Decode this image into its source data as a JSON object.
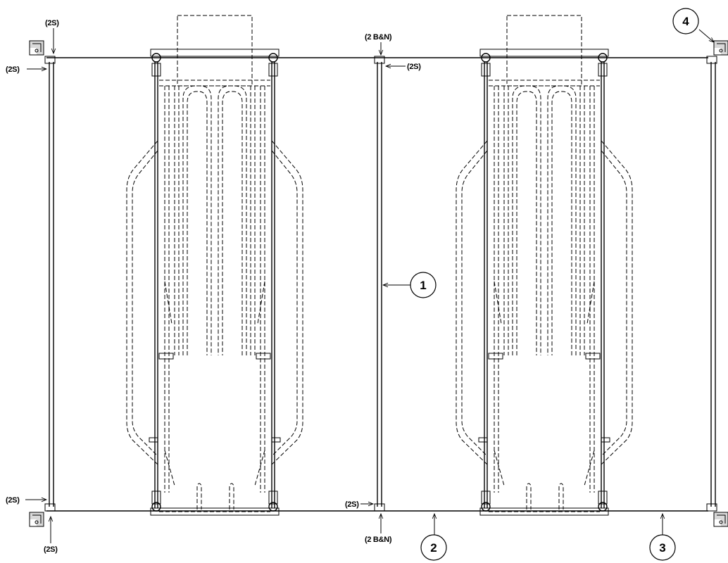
{
  "callouts": {
    "screws": "(2S)",
    "bolts_nuts": "(2 B&N)"
  },
  "balloons": {
    "b1": "1",
    "b2": "2",
    "b3": "3",
    "b4": "4"
  },
  "colors": {
    "line": "#000000",
    "background": "#ffffff"
  }
}
